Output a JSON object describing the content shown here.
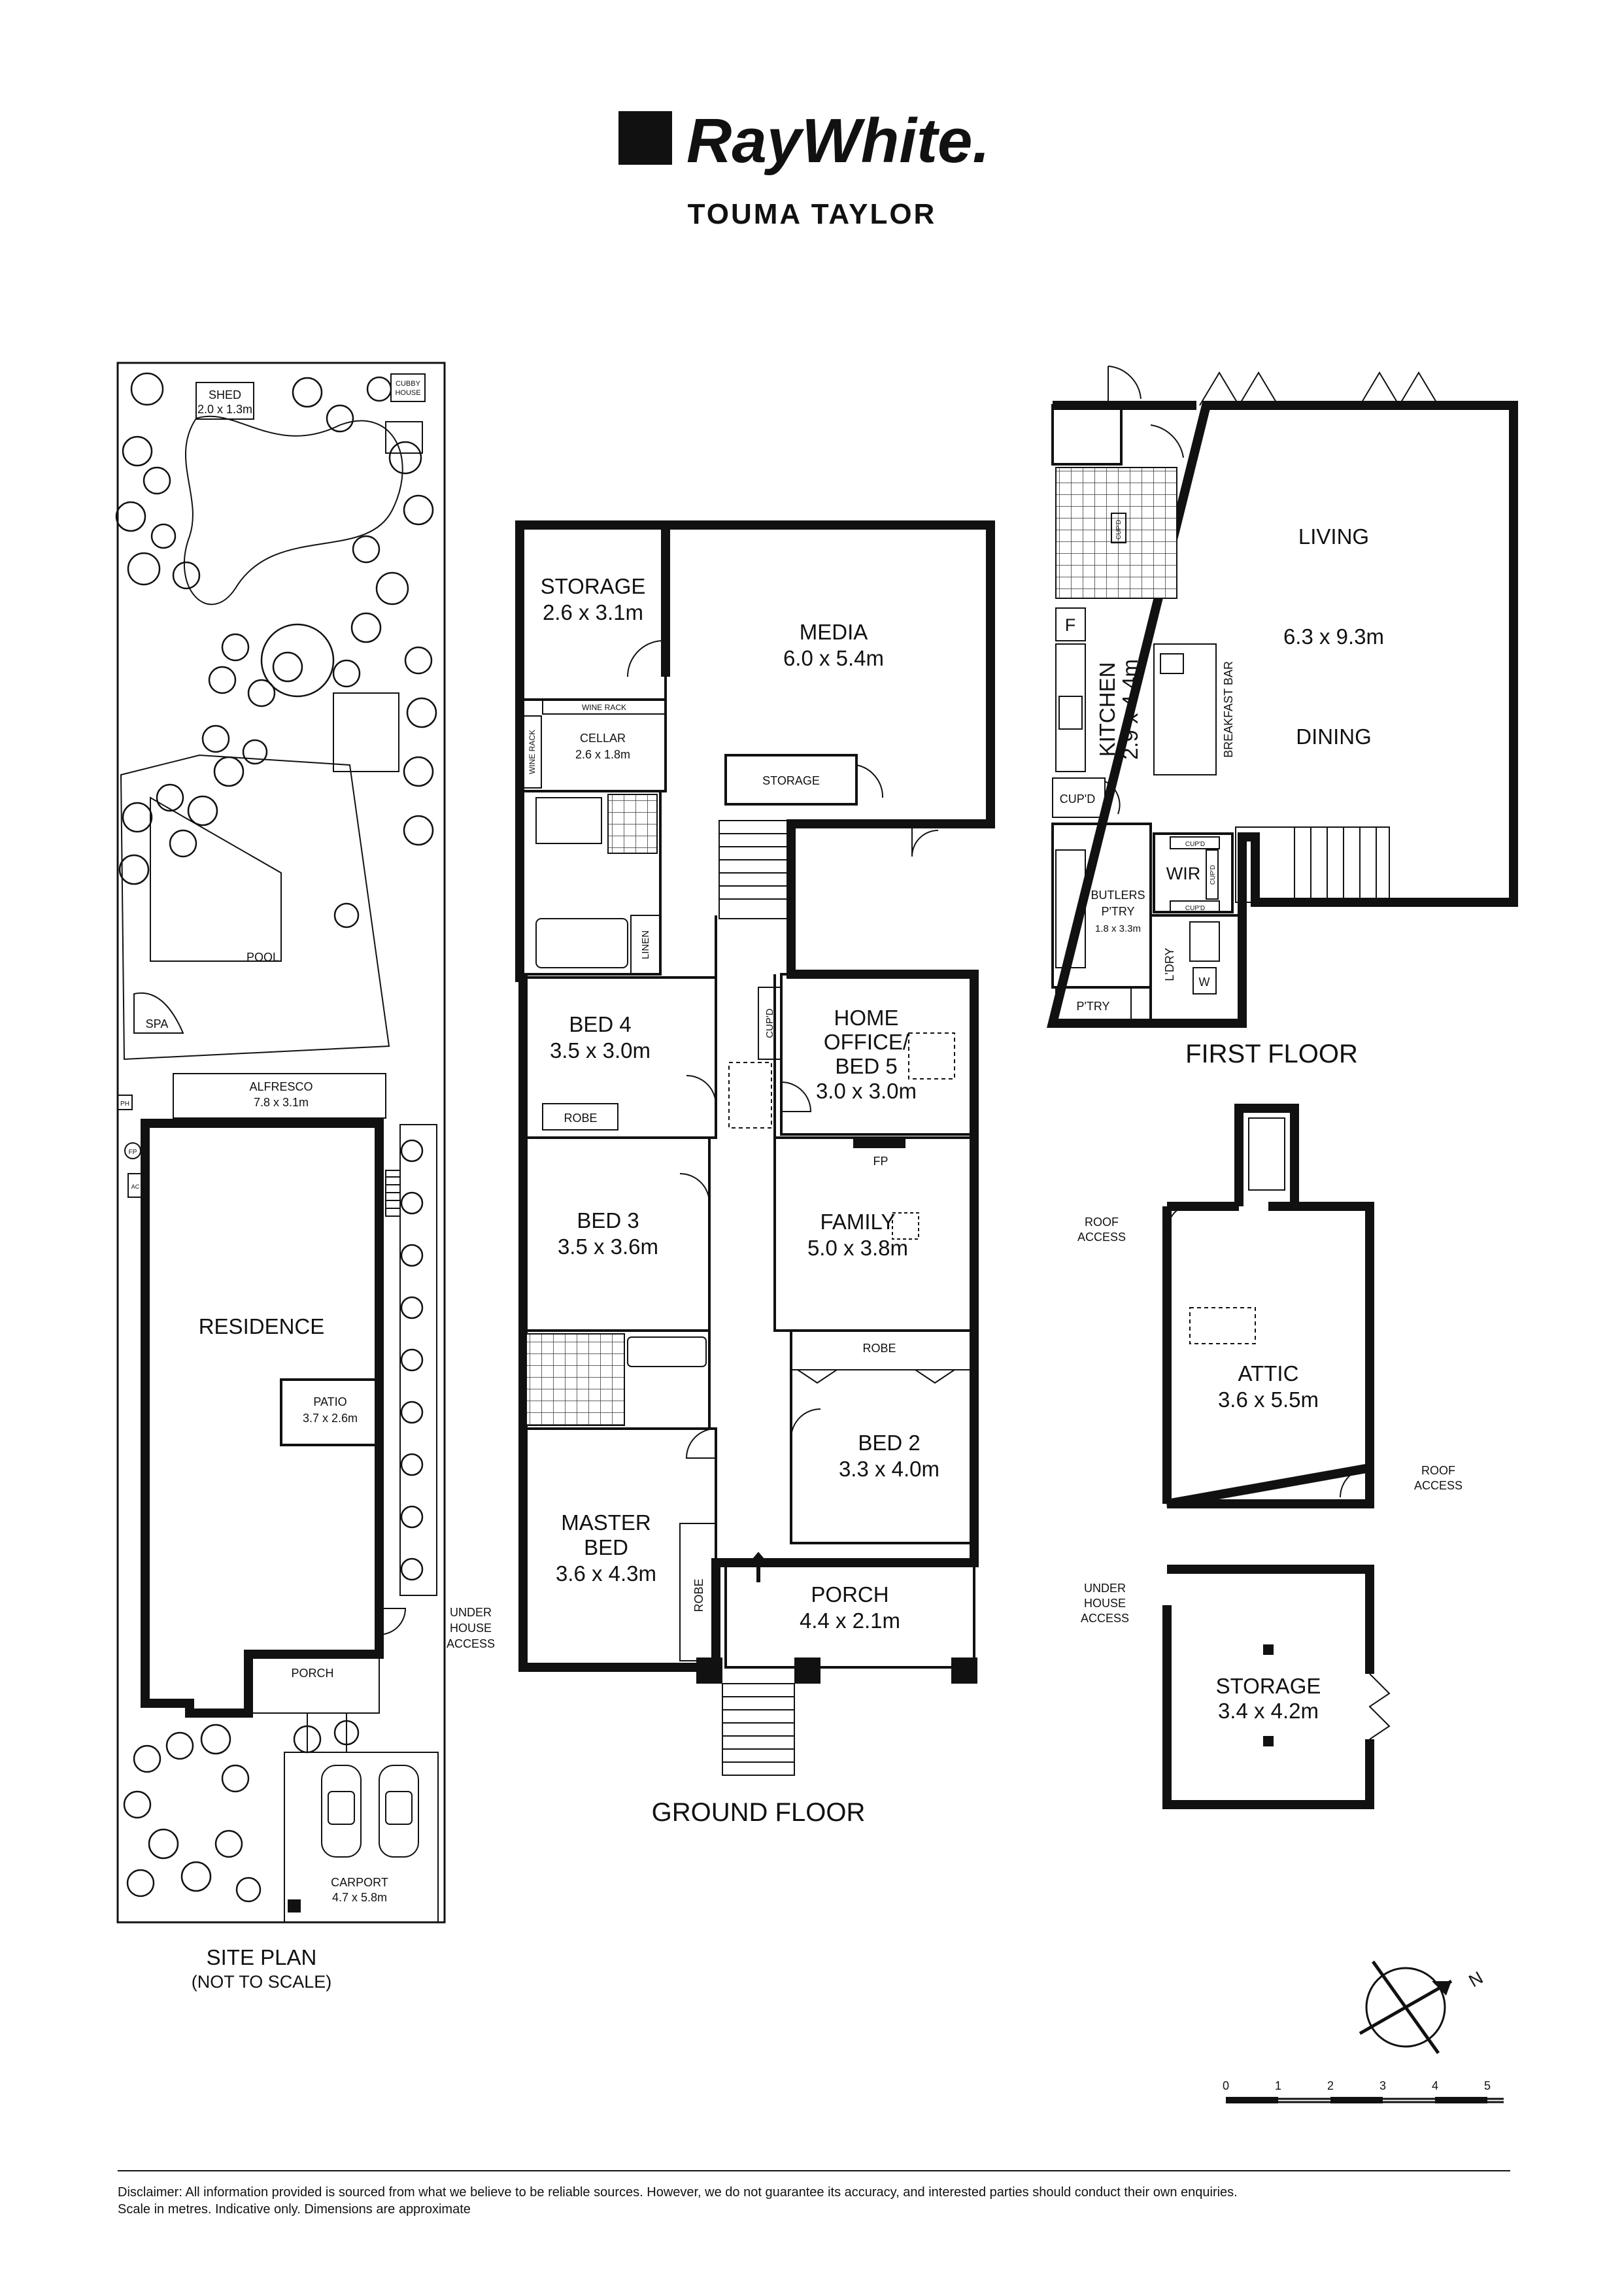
{
  "brand": {
    "name": "RayWhite.",
    "office": "TOUMA TAYLOR"
  },
  "site_plan": {
    "title": "SITE PLAN",
    "subtitle": "(NOT TO SCALE)",
    "labels": {
      "shed_name": "SHED",
      "shed_dim": "2.0 x 1.3m",
      "cubby_line1": "CUBBY",
      "cubby_line2": "HOUSE",
      "pool": "POOL",
      "spa": "SPA",
      "alfresco_name": "ALFRESCO",
      "alfresco_dim": "7.8 x 3.1m",
      "residence": "RESIDENCE",
      "patio_name": "PATIO",
      "patio_dim": "3.7 x 2.6m",
      "under_line1": "UNDER",
      "under_line2": "HOUSE",
      "under_line3": "ACCESS",
      "porch": "PORCH",
      "carport_name": "CARPORT",
      "carport_dim": "4.7 x 5.8m",
      "ph": "PH",
      "fp": "FP",
      "ac": "AC"
    }
  },
  "ground_floor": {
    "title": "GROUND FLOOR",
    "rooms": {
      "storage_name": "STORAGE",
      "storage_dim": "2.6 x 3.1m",
      "media_name": "MEDIA",
      "media_dim": "6.0 x 5.4m",
      "wine_rack_top": "WINE RACK",
      "wine_rack_side": "WINE RACK",
      "cellar_name": "CELLAR",
      "cellar_dim": "2.6 x 1.8m",
      "storage2": "STORAGE",
      "linen": "LINEN",
      "bed4_name": "BED 4",
      "bed4_dim": "3.5 x 3.0m",
      "robe1": "ROBE",
      "cupd": "CUP'D",
      "office_line1": "HOME",
      "office_line2": "OFFICE/",
      "office_line3": "BED 5",
      "office_dim": "3.0 x 3.0m",
      "fp": "FP",
      "bed3_name": "BED 3",
      "bed3_dim": "3.5 x 3.6m",
      "family_name": "FAMILY",
      "family_dim": "5.0 x 3.8m",
      "robe2": "ROBE",
      "bed2_name": "BED 2",
      "bed2_dim": "3.3 x 4.0m",
      "master_line1": "MASTER",
      "master_line2": "BED",
      "master_dim": "3.6 x 4.3m",
      "robe3": "ROBE",
      "porch_name": "PORCH",
      "porch_dim": "4.4 x 2.1m"
    }
  },
  "first_floor": {
    "title": "FIRST FLOOR",
    "rooms": {
      "living": "LIVING",
      "living_dim": "6.3 x 9.3m",
      "dining": "DINING",
      "kitchen_name": "KITCHEN",
      "kitchen_dim": "2.9 x 4.4m",
      "breakfast": "BREAKFAST BAR",
      "f": "F",
      "cupd_main": "CUP'D",
      "cupd_small1": "CUP'D",
      "cupd_small2": "CUP'D",
      "cupd_small3": "CUP'D",
      "cupd_wc": "CUP'D",
      "wir": "WIR",
      "butlers_line1": "BUTLERS",
      "butlers_line2": "P'TRY",
      "butlers_dim": "1.8 x 3.3m",
      "ldry": "L'DRY",
      "ptry": "P'TRY",
      "w": "W"
    }
  },
  "attic": {
    "name": "ATTIC",
    "dim": "3.6 x 5.5m",
    "roof_access_a_line1": "ROOF",
    "roof_access_a_line2": "ACCESS",
    "roof_access_b_line1": "ROOF",
    "roof_access_b_line2": "ACCESS"
  },
  "under_storage": {
    "name": "STORAGE",
    "dim": "3.4 x 4.2m",
    "access_line1": "UNDER",
    "access_line2": "HOUSE",
    "access_line3": "ACCESS"
  },
  "compass": {
    "label": "N"
  },
  "scale": {
    "ticks": [
      "0",
      "1",
      "2",
      "3",
      "4",
      "5"
    ]
  },
  "disclaimer": {
    "line1": "Disclaimer: All information provided is sourced from what we believe to be reliable sources. However, we do not guarantee  its accuracy, and interested parties should conduct their own enquiries.",
    "line2": "Scale in metres. Indicative only. Dimensions are approximate"
  }
}
